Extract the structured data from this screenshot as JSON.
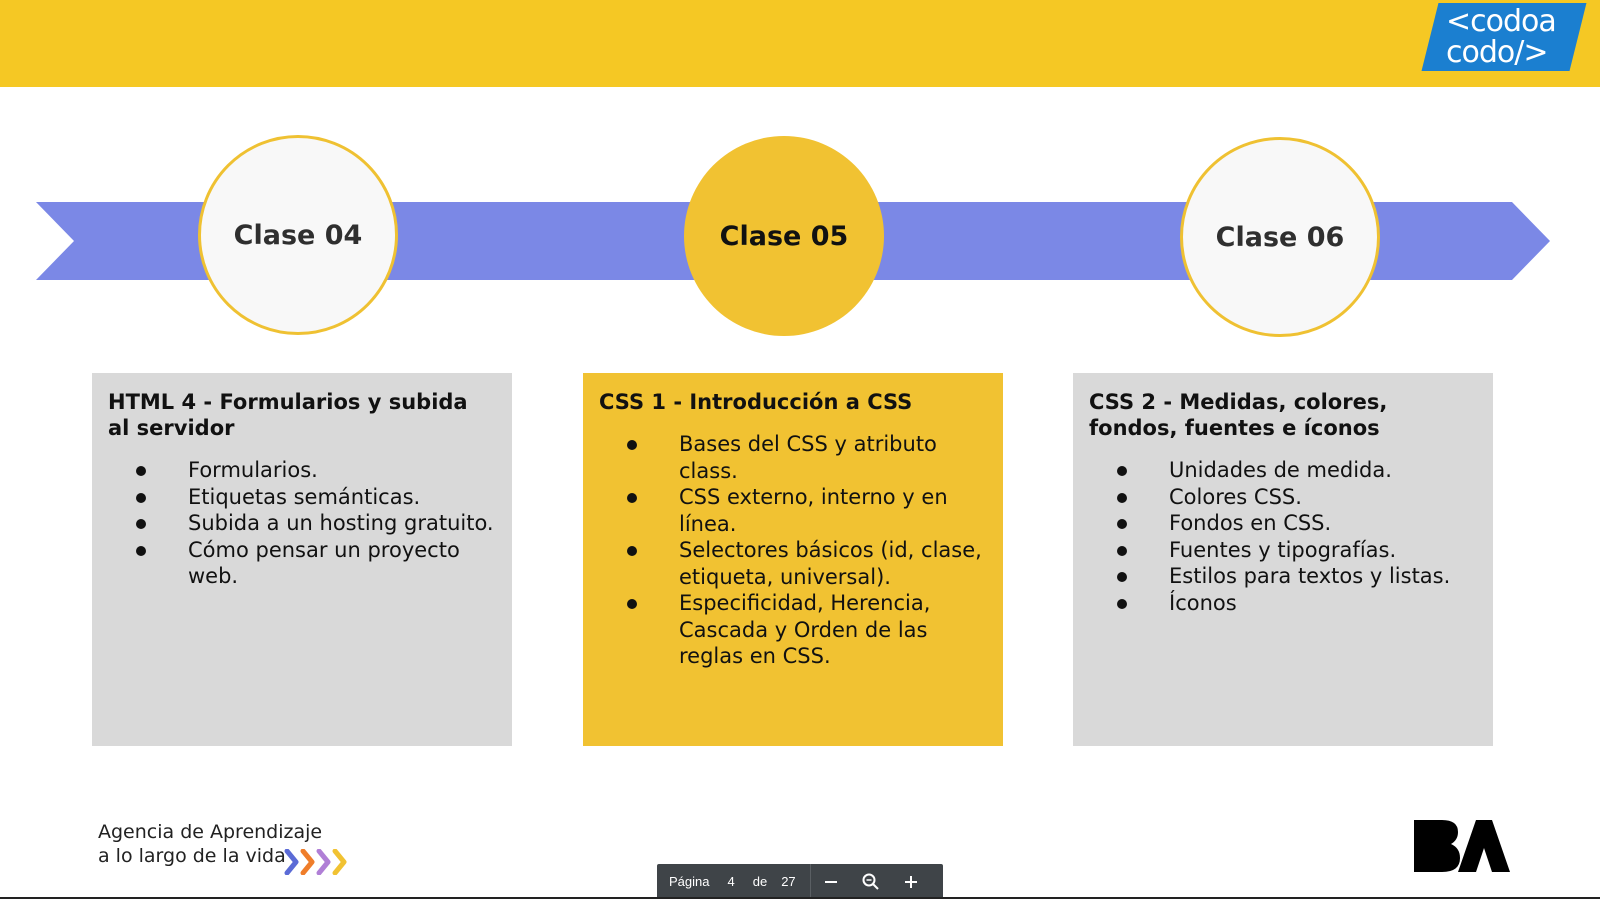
{
  "brand": {
    "logo_line1": "<codoa",
    "logo_line2": "codo/>",
    "accent": "#f5c824",
    "logo_blue": "#1b7fd0",
    "band_color": "#7b88e6"
  },
  "timeline": [
    {
      "label": "Clase 04",
      "state": "inactive"
    },
    {
      "label": "Clase 05",
      "state": "active"
    },
    {
      "label": "Clase 06",
      "state": "inactive"
    }
  ],
  "cards": [
    {
      "title": "HTML 4 - Formularios y subida al servidor",
      "items": [
        "Formularios.",
        "Etiquetas semánticas.",
        "Subida a un hosting gratuito.",
        "Cómo pensar un proyecto web."
      ]
    },
    {
      "title": "CSS 1 - Introducción a CSS",
      "items": [
        "Bases del CSS y atributo class.",
        "CSS externo, interno y en línea.",
        "Selectores básicos (id, clase, etiqueta, universal).",
        "Especificidad, Herencia, Cascada y Orden de las reglas en CSS."
      ]
    },
    {
      "title": "CSS 2 - Medidas, colores, fondos, fuentes e íconos",
      "items": [
        "Unidades de medida.",
        "Colores CSS.",
        "Fondos en CSS.",
        "Fuentes y tipografías.",
        "Estilos para textos y listas.",
        "Íconos"
      ]
    }
  ],
  "footer": {
    "agency_line1": "Agencia de Aprendizaje",
    "agency_line2": "a lo largo de la vida",
    "chevron_icon": "chevrons-icon",
    "ba_icon": "ba-logo-icon"
  },
  "pager": {
    "label": "Página",
    "page": "4",
    "of": "de",
    "total": "27",
    "zoom_out_icon": "minus-icon",
    "zoom_icon": "zoom-icon",
    "zoom_in_icon": "plus-icon"
  }
}
